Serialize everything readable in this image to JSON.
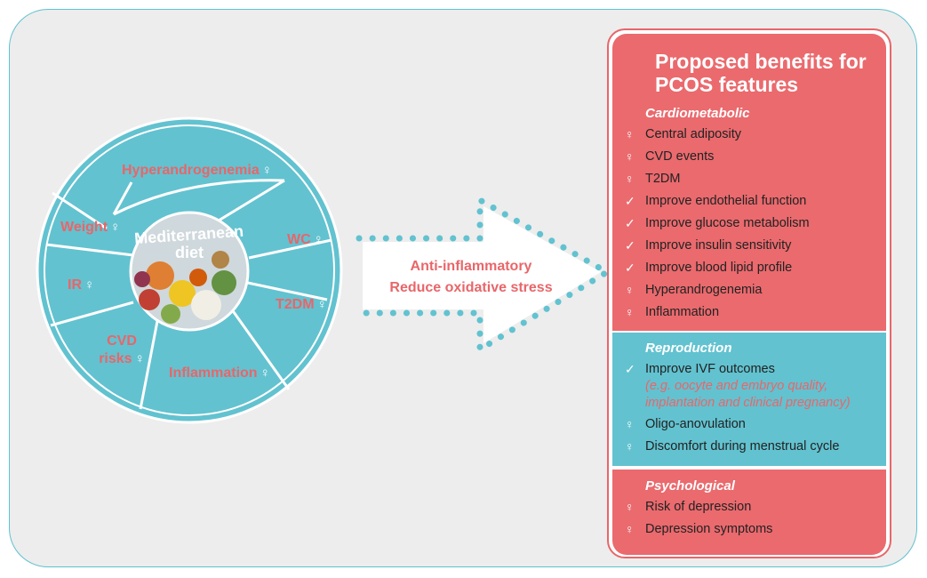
{
  "wheel": {
    "center_label_1": "Mediterranean",
    "center_label_2": "diet",
    "segments": [
      {
        "label": "Hyperandrogenemia",
        "icon": "decrease-icon"
      },
      {
        "label": "WC",
        "icon": "decrease-icon"
      },
      {
        "label": "T2DM",
        "icon": "decrease-icon"
      },
      {
        "label": "Inflammation",
        "icon": "decrease-icon"
      },
      {
        "label": "CVD risks",
        "icon": "decrease-icon"
      },
      {
        "label": "IR",
        "icon": "decrease-icon"
      },
      {
        "label": "Weight",
        "icon": "decrease-icon"
      }
    ]
  },
  "arrow": {
    "line1": "Anti-inflammatory",
    "line2": "Reduce oxidative stress"
  },
  "panel": {
    "title_line1": "Proposed benefits for",
    "title_line2": "PCOS features",
    "cardiometabolic": {
      "heading": "Cardiometabolic",
      "items": [
        {
          "icon": "decrease-icon",
          "text": "Central adiposity"
        },
        {
          "icon": "decrease-icon",
          "text": "CVD events"
        },
        {
          "icon": "decrease-icon",
          "text": "T2DM"
        },
        {
          "icon": "check-icon",
          "text": "Improve endothelial function"
        },
        {
          "icon": "check-icon",
          "text": "Improve glucose metabolism"
        },
        {
          "icon": "check-icon",
          "text": "Improve insulin sensitivity"
        },
        {
          "icon": "check-icon",
          "text": "Improve blood lipid profile"
        },
        {
          "icon": "decrease-icon",
          "text": "Hyperandrogenemia"
        },
        {
          "icon": "decrease-icon",
          "text": "Inflammation"
        }
      ]
    },
    "reproduction": {
      "heading": "Reproduction",
      "items": [
        {
          "icon": "check-icon",
          "text": "Improve IVF outcomes",
          "note_line1": "(e.g. oocyte and embryo quality,",
          "note_line2": "implantation and clinical pregnancy)"
        },
        {
          "icon": "decrease-icon",
          "text": "Oligo-anovulation"
        },
        {
          "icon": "decrease-icon",
          "text": "Discomfort during menstrual cycle"
        }
      ]
    },
    "psychological": {
      "heading": "Psychological",
      "items": [
        {
          "icon": "decrease-icon",
          "text": "Risk of depression"
        },
        {
          "icon": "decrease-icon",
          "text": "Depression symptoms"
        }
      ]
    }
  },
  "colors": {
    "teal": "#62c2d0",
    "coral": "#ea6a6e",
    "background": "#ededed"
  }
}
